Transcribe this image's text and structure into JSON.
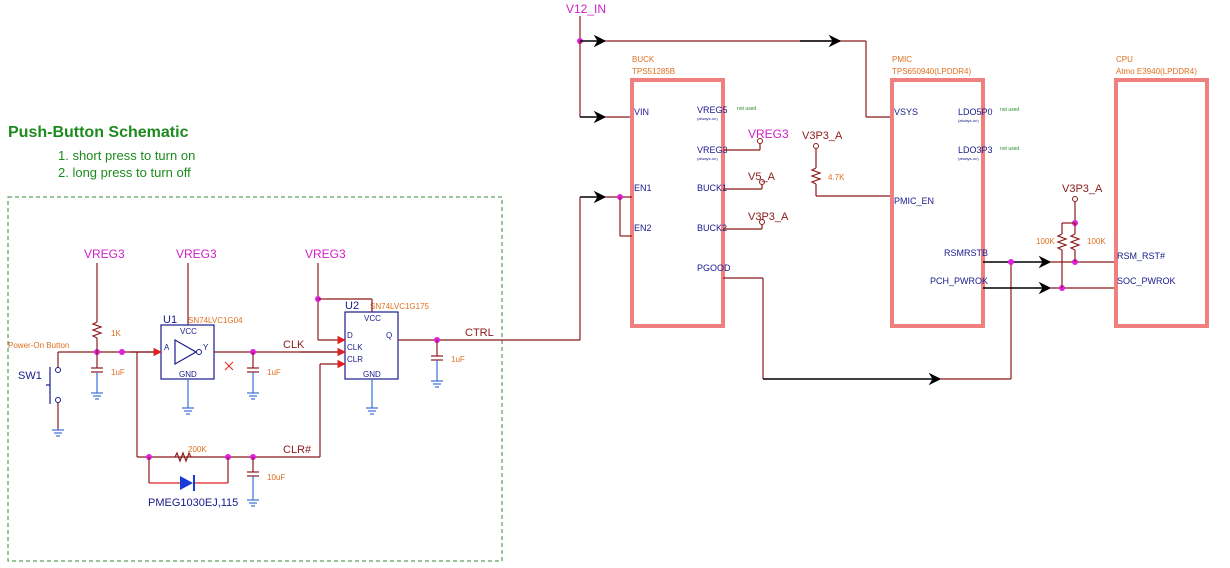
{
  "title": "Push-Button Schematic",
  "notes": [
    "1. short press to turn on",
    "2. long press to turn off"
  ],
  "rails": {
    "v12_in": "V12_IN",
    "vreg3": "VREG3",
    "v3p3_a": "V3P3_A",
    "v5_a": "V5_A"
  },
  "buck": {
    "name": "BUCK",
    "part": "TPS51285B",
    "pins": {
      "vin": "VIN",
      "en1": "EN1",
      "en2": "EN2",
      "vreg5": "VREG5",
      "vreg3": "VREG3",
      "buck1": "BUCK1",
      "buck2": "BUCK2",
      "pgood": "PGOOD"
    }
  },
  "pmic": {
    "name": "PMIC",
    "part": "TPS650940(LPDDR4)",
    "pins": {
      "vsys": "VSYS",
      "pmic_en": "PMIC_EN",
      "ldo5p0": "LDO5P0",
      "ldo3p3": "LDO3P3",
      "rsmrstb": "RSMRSTB",
      "pch_pwrok": "PCH_PWROK"
    }
  },
  "cpu": {
    "name": "CPU",
    "part": "Atmo E3940(LPDDR4)",
    "pins": {
      "rsm_rst": "RSM_RST#",
      "soc_pwrok": "SOC_PWROK"
    }
  },
  "always_on": "(always-on)",
  "not_used": "not used",
  "u1": {
    "ref": "U1",
    "part": "SN74LVC1G04",
    "vcc": "VCC",
    "gnd": "GND",
    "a": "A",
    "y": "Y"
  },
  "u2": {
    "ref": "U2",
    "part": "SN74LVC1G175",
    "vcc": "VCC",
    "gnd": "GND",
    "d": "D",
    "clk": "CLK",
    "clr": "CLR",
    "q": "Q"
  },
  "nets": {
    "clk": "CLK",
    "clr": "CLR#",
    "ctrl": "CTRL"
  },
  "passives": {
    "r_1k": "1K",
    "c_1uf_a": "1uF",
    "c_1uf_b": "1uF",
    "c_1uf_c": "1uF",
    "r_200k": "200K",
    "c_10uf": "10uF",
    "r_4k7": "4.7K",
    "r_100k_a": "100K",
    "r_100k_b": "100K"
  },
  "switch": {
    "label": "Power-On Button",
    "ref": "SW1"
  },
  "diode": "PMEG1030EJ,115"
}
